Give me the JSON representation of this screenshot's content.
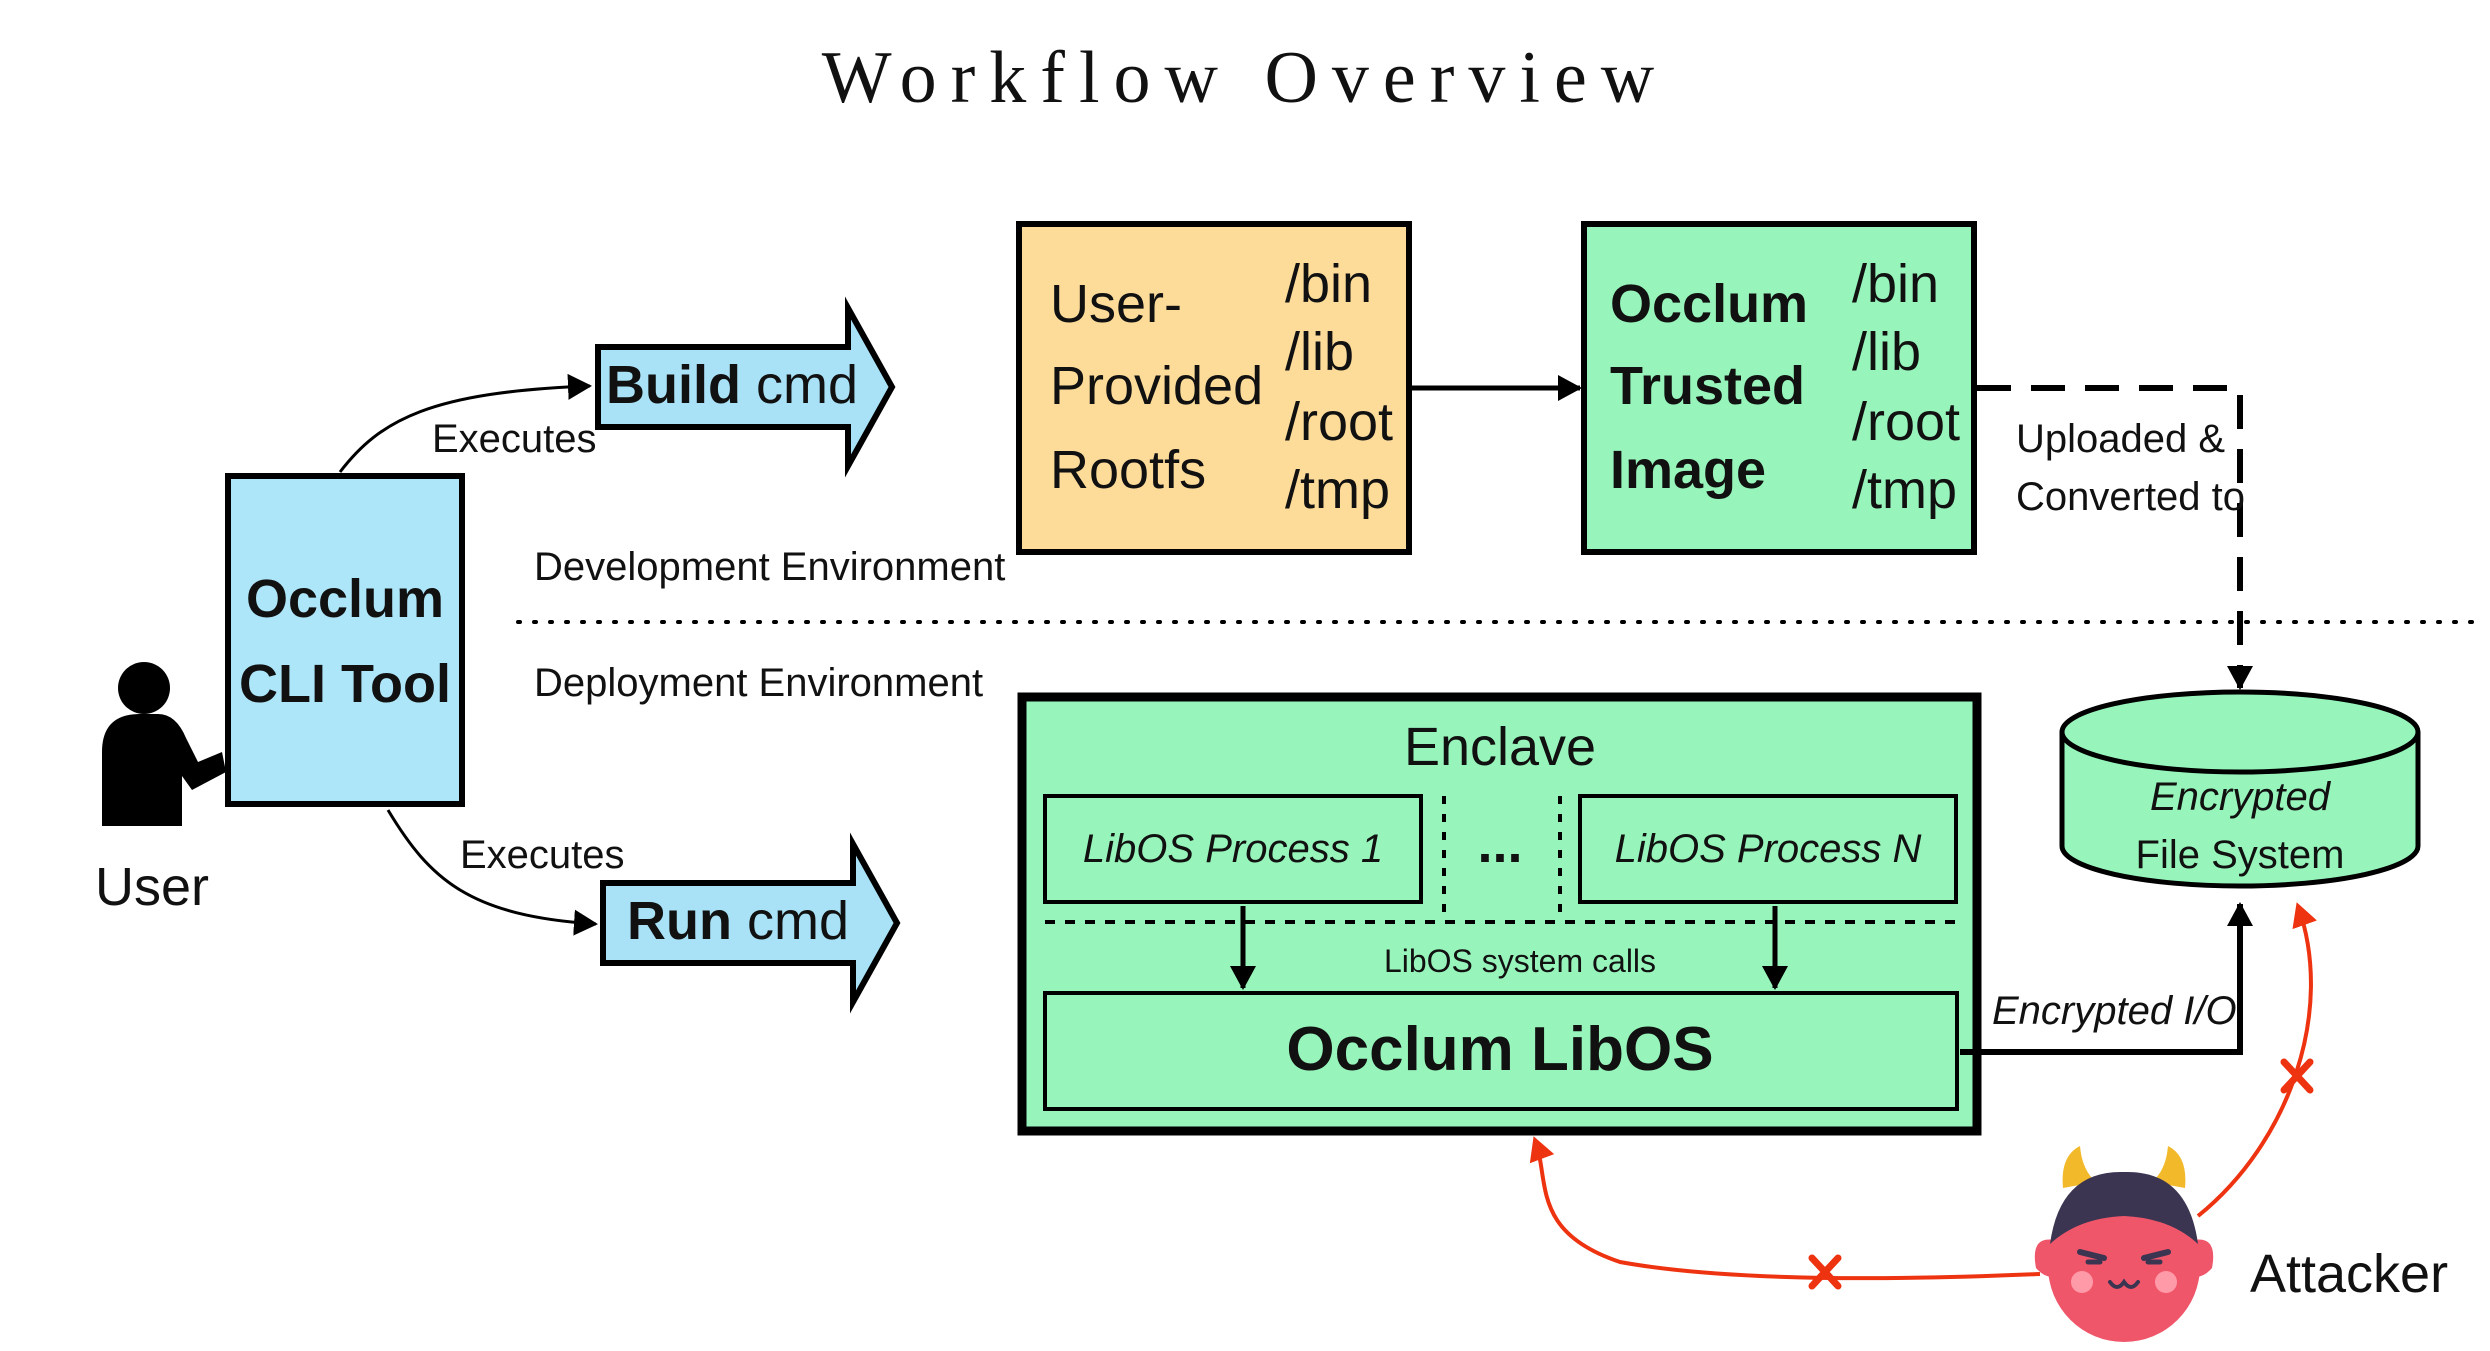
{
  "title": "Workflow Overview",
  "user": {
    "label": "User"
  },
  "cli": {
    "line1": "Occlum",
    "line2": "CLI Tool"
  },
  "build_cmd": {
    "bold": "Build",
    "rest": " cmd"
  },
  "run_cmd": {
    "bold": "Run",
    "rest": " cmd"
  },
  "executes_top": "Executes",
  "executes_bottom": "Executes",
  "dev_env": "Development Environment",
  "dep_env": "Deployment Environment",
  "rootfs": {
    "line1": "User-",
    "line2": "Provided",
    "line3": "Rootfs",
    "dirs": [
      "/bin",
      "/lib",
      "/root",
      "/tmp"
    ]
  },
  "trusted_image": {
    "line1": "Occlum",
    "line2": "Trusted",
    "line3": "Image",
    "dirs": [
      "/bin",
      "/lib",
      "/root",
      "/tmp"
    ]
  },
  "upload_note": {
    "line1": "Uploaded &",
    "line2": "Converted to"
  },
  "enclave": {
    "title": "Enclave",
    "process1": "LibOS Process 1",
    "ellipsis": "...",
    "processN": "LibOS Process N",
    "syscalls": "LibOS system calls",
    "libos": "Occlum LibOS"
  },
  "efs": {
    "line1": "Encrypted",
    "line2": "File System"
  },
  "encrypted_io": "Encrypted I/O",
  "attacker": "Attacker",
  "colors": {
    "cli_fill": "#aee6f9",
    "cmd_fill": "#a9e2f7",
    "rootfs_fill": "#fddc9a",
    "green_fill": "#97f5bb",
    "attack_red": "#ee3311",
    "devil_red": "#f0566a"
  }
}
